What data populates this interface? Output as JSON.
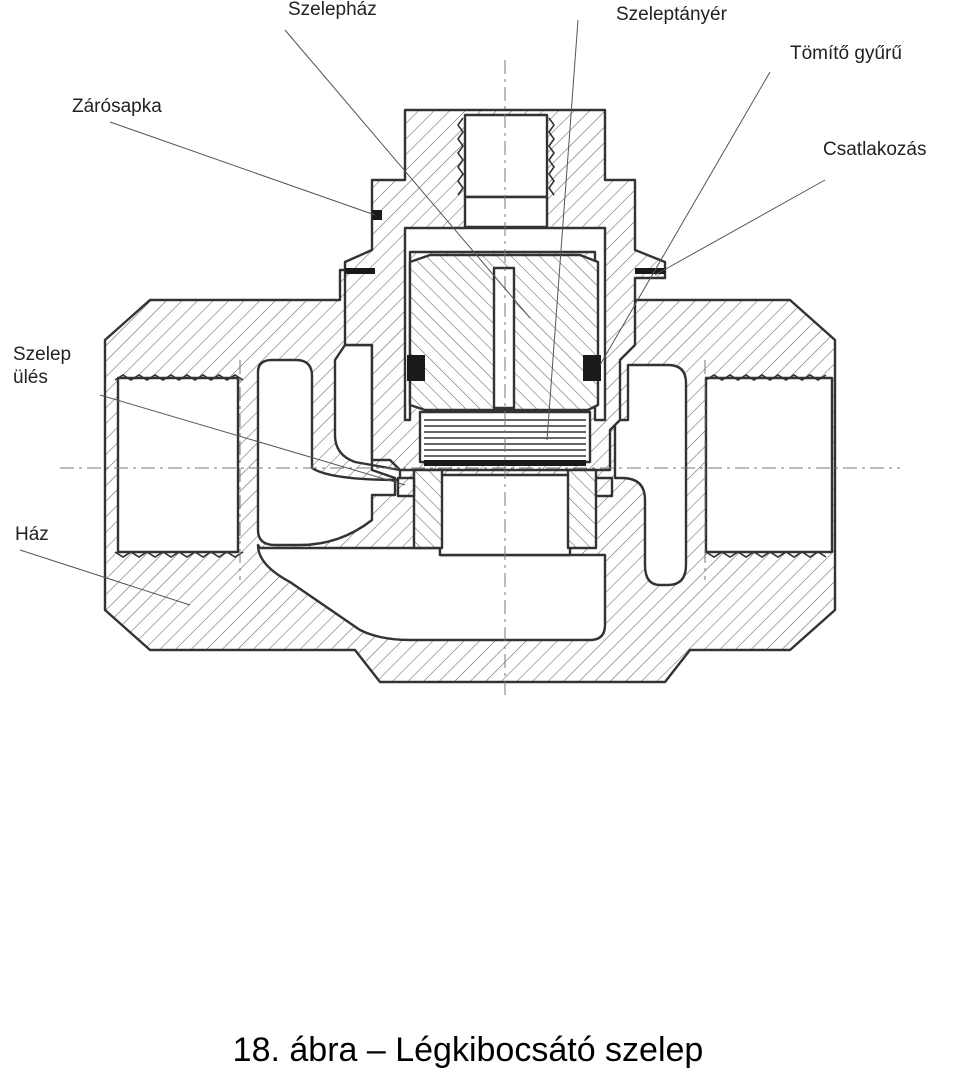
{
  "labels": {
    "szelephaz": "Szelepház",
    "szeleptanyer": "Szeleptányér",
    "tomito_gyuru": "Tömítő gyűrű",
    "zarosapka": "Zárósapka",
    "csatlakozas": "Csatlakozás",
    "szelep_ules_1": "Szelep",
    "szelep_ules_2": "ülés",
    "haz": "Ház"
  },
  "caption": "18. ábra – Légkibocsátó szelep",
  "colors": {
    "line": "#333333",
    "hatch": "#666666",
    "background": "#ffffff"
  }
}
